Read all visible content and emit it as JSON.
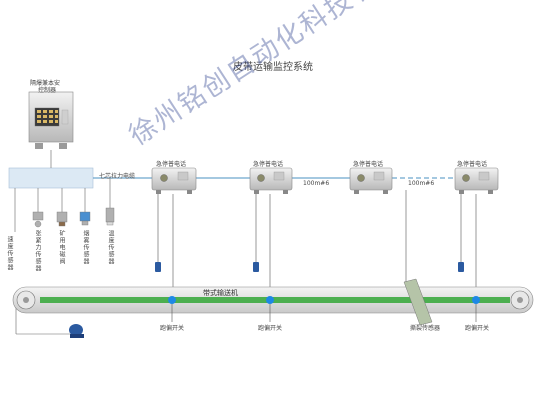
{
  "title": "皮带运输监控系统",
  "controller": {
    "line1": "隔爆兼本安",
    "line2": "控制器"
  },
  "cable_label": "七芯拉力电缆",
  "console_labels": [
    "急停普电话",
    "急停普电话",
    "急停普电话",
    "急停普电话"
  ],
  "link_labels": [
    "100m#6",
    "100m#6"
  ],
  "sensors": [
    "速度传感器",
    "张紧力传感器",
    "矿用电磁阀",
    "烟雾传感器",
    "温度传感器"
  ],
  "speed_sensor_label": "速度传感器",
  "belt_label": "带式输送机",
  "switch_labels": [
    "跑偏开关",
    "跑偏开关",
    "跑偏开关"
  ],
  "tear_sensor_label": "撕裂传感器",
  "watermark": "徐州铭创自动化科技有限公司",
  "colors": {
    "panel": "#dce9f4",
    "belt_green": "#4caf50",
    "belt_blue": "#1e88e5",
    "wire": "#4a90c2"
  }
}
